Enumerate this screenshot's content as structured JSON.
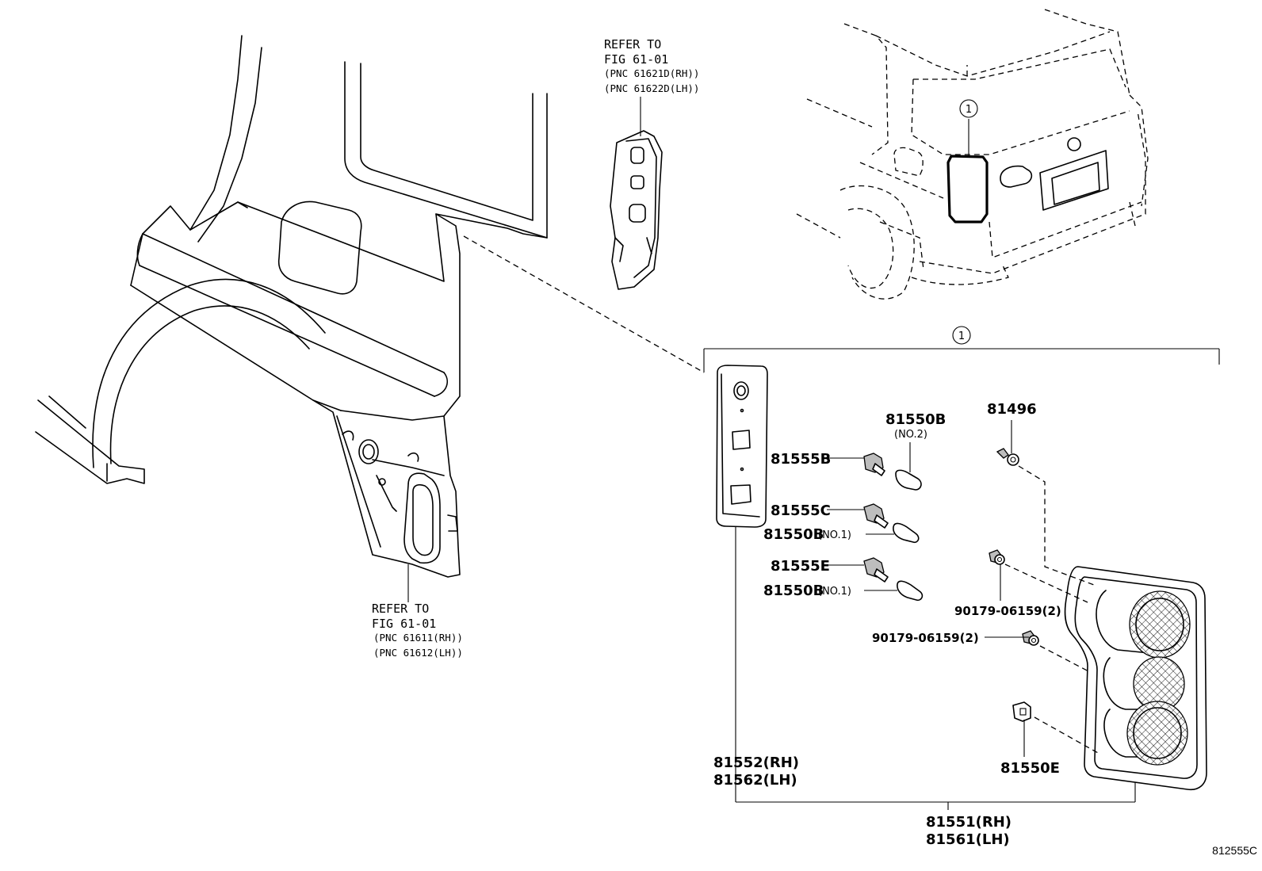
{
  "refer_body": {
    "line1": "REFER TO",
    "line2": "FIG 61-01",
    "line3": "(PNC 61611(RH))",
    "line4": "(PNC 61612(LH))"
  },
  "refer_pillar": {
    "line1": "REFER TO",
    "line2": "FIG 61-01",
    "line3": "(PNC 61621D(RH))",
    "line4": "(PNC 61622D(LH))"
  },
  "callouts": {
    "vehicle_marker": "1",
    "assembly_marker": "1"
  },
  "parts": {
    "p81550b_top": "81550B",
    "p81550b_top_note": "(NO.2)",
    "p81496": "81496",
    "p81555b": "81555B",
    "p81555c": "81555C",
    "p81550b_mid": "81550B",
    "p81550b_mid_note": "(NO.1)",
    "p81555e": "81555E",
    "p81550b_low": "81550B",
    "p81550b_low_note": "(NO.1)",
    "p90179_upper": "90179-06159(2)",
    "p90179_lower": "90179-06159(2)",
    "p81550e": "81550E",
    "p81552": "81552(RH)",
    "p81562": "81562(LH)",
    "p81551": "81551(RH)",
    "p81561": "81561(LH)"
  },
  "figure_id": "812555C"
}
